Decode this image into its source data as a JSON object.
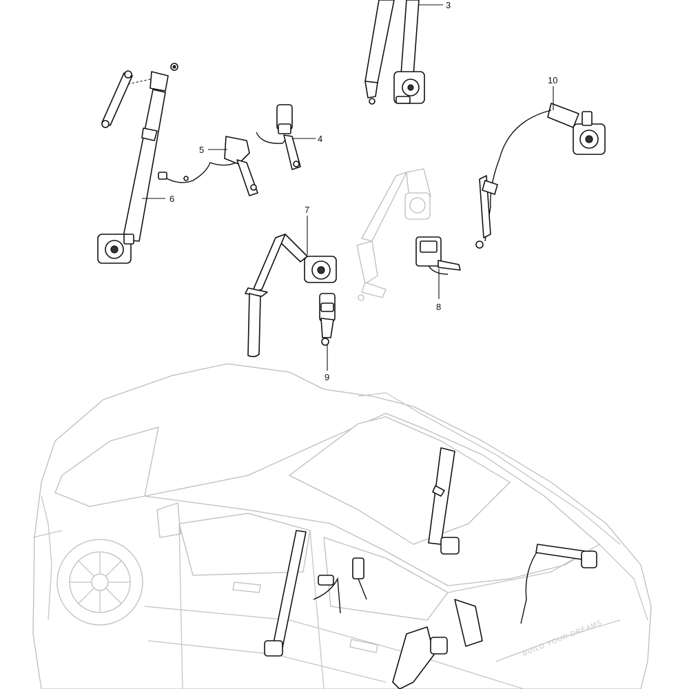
{
  "callouts": {
    "c3": "3",
    "c4": "4",
    "c5": "5",
    "c6": "6",
    "c7": "7",
    "c8": "8",
    "c9": "9",
    "c10": "10"
  },
  "vehicle": {
    "tailgate_script": "BUILD YOUR DREAMS"
  },
  "colors": {
    "line": "#111111",
    "ghost": "#c4c4c4",
    "background": "#ffffff"
  }
}
